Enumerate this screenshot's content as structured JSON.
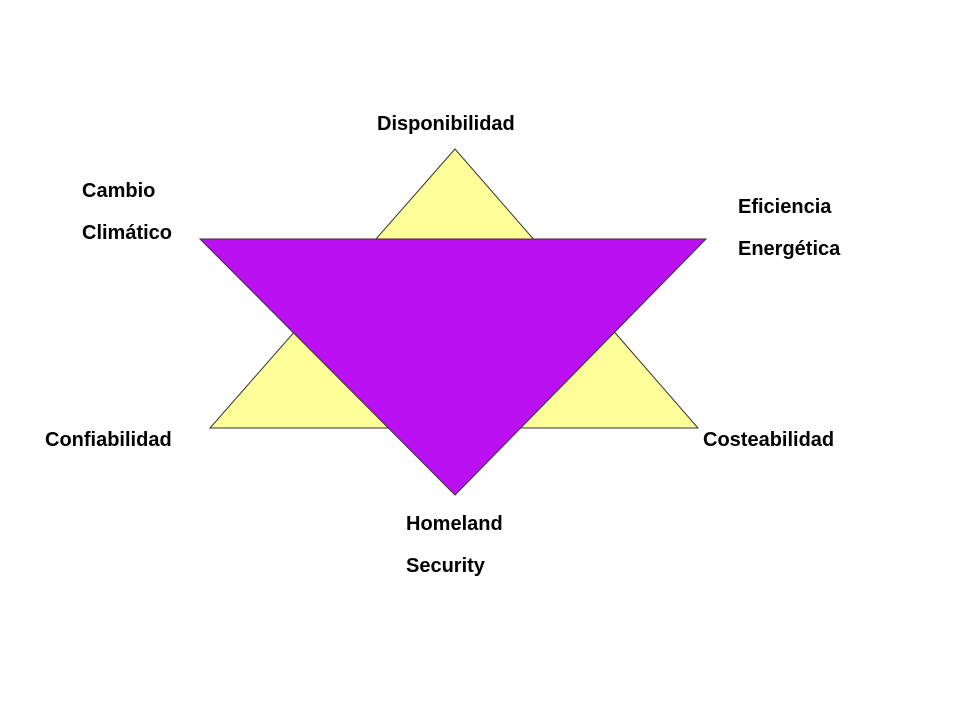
{
  "colors": {
    "upward_triangle_fill": "#FFFF99",
    "downward_triangle_fill": "#BB11F2",
    "outline": "#333333",
    "text": "#000000"
  },
  "labels": {
    "top": "Disponibilidad",
    "bottom_left": "Confiabilidad",
    "bottom_right": "Costeabilidad",
    "upper_left": [
      "Cambio",
      "Climático"
    ],
    "upper_right": [
      "Eficiencia",
      "Energética"
    ],
    "bottom": [
      "Homeland",
      "Security"
    ]
  }
}
